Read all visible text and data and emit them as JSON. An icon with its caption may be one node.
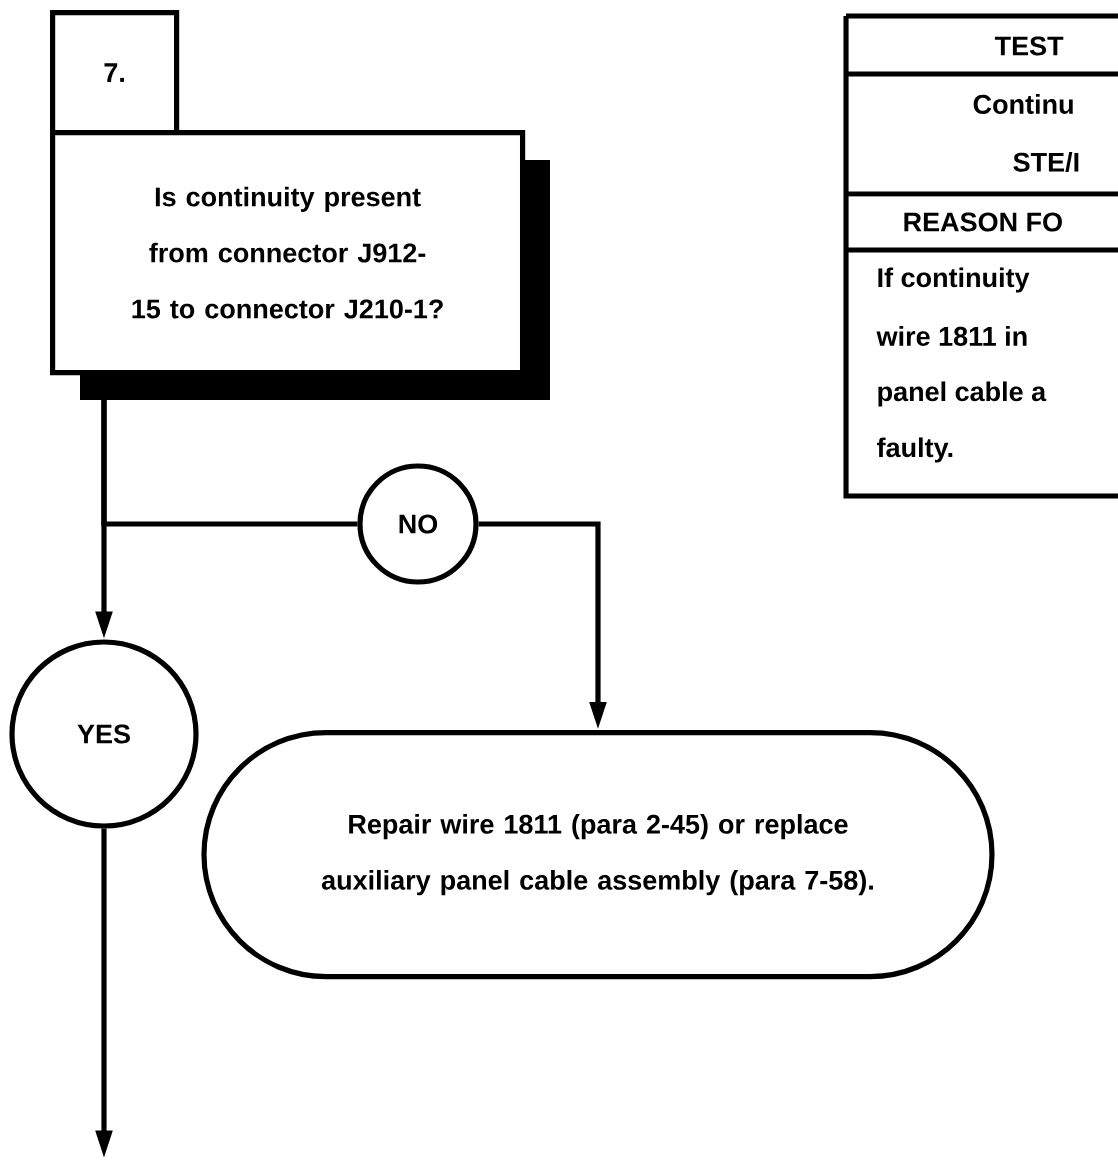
{
  "diagram": {
    "nodes": [
      {
        "text": [
          "7."
        ]
      },
      {
        "text": [
          "Is continuity present from connector J912-15 to connector J210-1?"
        ]
      },
      {
        "text": [
          "NO"
        ]
      },
      {
        "text": [
          "YES"
        ]
      },
      {
        "text": [
          "Repair wire 1811 (para 2-45) or replace auxiliary panel cable assembly (para 7-58)."
        ]
      }
    ],
    "edges": [
      {
        "from": 1,
        "to": 3,
        "arrow": "to"
      },
      {
        "from": 1,
        "to": 2,
        "arrow": "none"
      },
      {
        "from": 2,
        "to": 4,
        "arrow": "to"
      },
      {
        "from": 3,
        "to": null,
        "arrow": "to"
      }
    ],
    "labels": [
      "TEST",
      "Continu",
      "STE/I",
      "REASON FO",
      "If continuity",
      "wire 1811 in",
      "panel cable a",
      "faulty."
    ]
  }
}
